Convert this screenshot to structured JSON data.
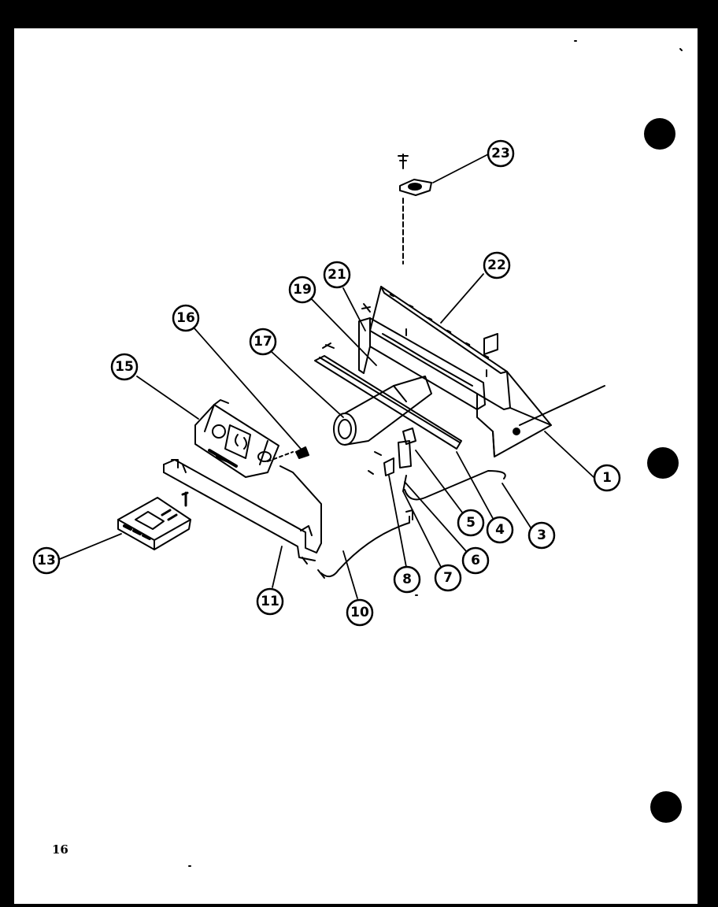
{
  "page_number": "16",
  "callouts": [
    "1",
    "3",
    "4",
    "5",
    "6",
    "7",
    "8",
    "10",
    "11",
    "13",
    "15",
    "16",
    "17",
    "19",
    "21",
    "22",
    "23"
  ],
  "colors": {
    "ink": "#000000",
    "paper": "#ffffff",
    "border": "#000000"
  }
}
